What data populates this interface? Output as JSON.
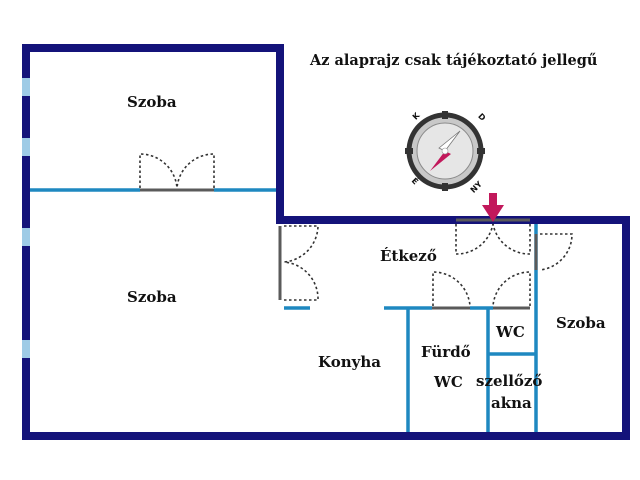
{
  "disclaimer": "Az alaprajz csak tájékoztató jellegű",
  "rooms": {
    "szoba_top": "Szoba",
    "szoba_left": "Szoba",
    "etkezo": "Étkező",
    "konyha": "Konyha",
    "furdo": "Fürdő",
    "wc_furdo": "WC",
    "wc_small": "WC",
    "szoba_right": "Szoba",
    "szellozo_line1": "szellőző",
    "szellozo_line2": "akna"
  },
  "compass": {
    "labels": [
      "K",
      "D",
      "NY",
      "É"
    ],
    "needle_color": "#c2185b"
  },
  "colors": {
    "outer_wall": "#14137a",
    "inner_wall": "#1e88c0",
    "window": "#9ecbe6",
    "door_frame": "#5a5a5a",
    "entrance_arrow": "#c2185b"
  }
}
